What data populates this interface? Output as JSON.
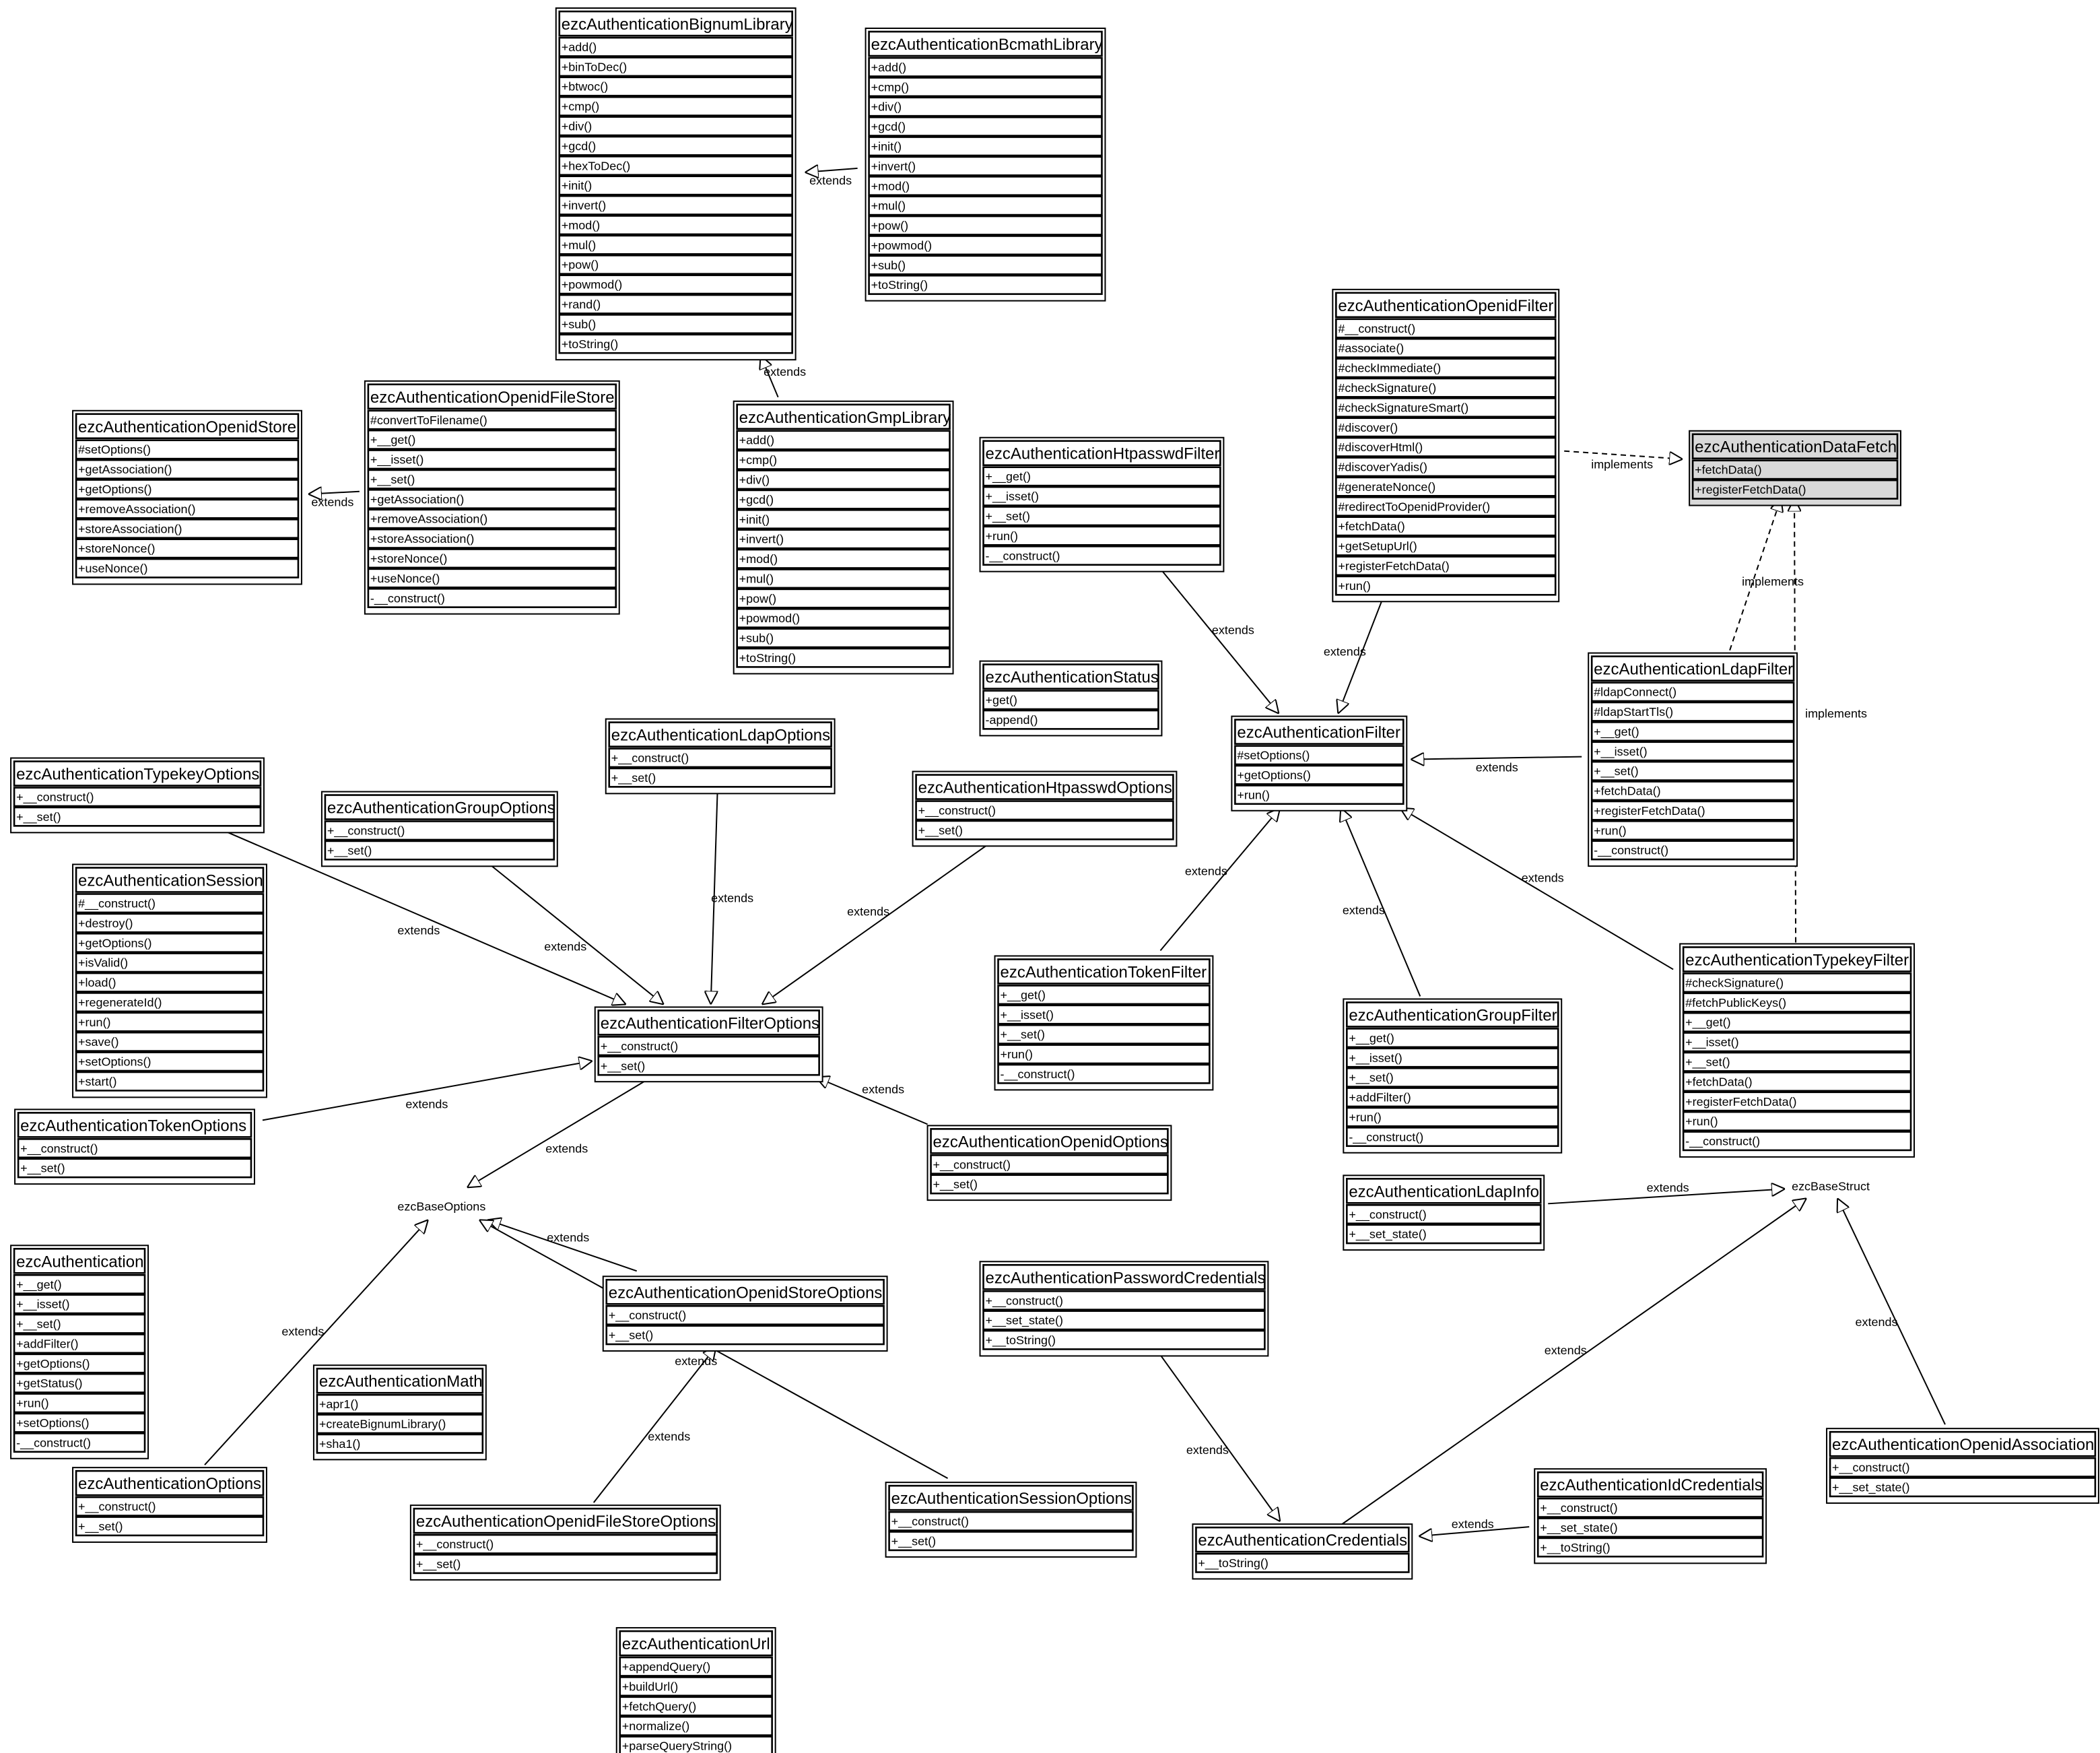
{
  "diagram": {
    "classes": [
      {
        "name": "ezcAuthenticationBignumLibrary",
        "methods": [
          "+add()",
          "+binToDec()",
          "+btwoc()",
          "+cmp()",
          "+div()",
          "+gcd()",
          "+hexToDec()",
          "+init()",
          "+invert()",
          "+mod()",
          "+mul()",
          "+pow()",
          "+powmod()",
          "+rand()",
          "+sub()",
          "+toString()"
        ]
      },
      {
        "name": "ezcAuthenticationBcmathLibrary",
        "methods": [
          "+add()",
          "+cmp()",
          "+div()",
          "+gcd()",
          "+init()",
          "+invert()",
          "+mod()",
          "+mul()",
          "+pow()",
          "+powmod()",
          "+sub()",
          "+toString()"
        ]
      },
      {
        "name": "ezcAuthenticationOpenidFilter",
        "methods": [
          "#__construct()",
          "#associate()",
          "#checkImmediate()",
          "#checkSignature()",
          "#checkSignatureSmart()",
          "#discover()",
          "#discoverHtml()",
          "#discoverYadis()",
          "#generateNonce()",
          "#redirectToOpenidProvider()",
          "+fetchData()",
          "+getSetupUrl()",
          "+registerFetchData()",
          "+run()"
        ]
      },
      {
        "name": "ezcAuthenticationDataFetch",
        "interface": true,
        "methods": [
          "+fetchData()",
          "+registerFetchData()"
        ]
      },
      {
        "name": "ezcAuthenticationOpenidStore",
        "methods": [
          "#setOptions()",
          "+getAssociation()",
          "+getOptions()",
          "+removeAssociation()",
          "+storeAssociation()",
          "+storeNonce()",
          "+useNonce()"
        ]
      },
      {
        "name": "ezcAuthenticationOpenidFileStore",
        "methods": [
          "#convertToFilename()",
          "+__get()",
          "+__isset()",
          "+__set()",
          "+getAssociation()",
          "+removeAssociation()",
          "+storeAssociation()",
          "+storeNonce()",
          "+useNonce()",
          "-__construct()"
        ]
      },
      {
        "name": "ezcAuthenticationGmpLibrary",
        "methods": [
          "+add()",
          "+cmp()",
          "+div()",
          "+gcd()",
          "+init()",
          "+invert()",
          "+mod()",
          "+mul()",
          "+pow()",
          "+powmod()",
          "+sub()",
          "+toString()"
        ]
      },
      {
        "name": "ezcAuthenticationHtpasswdFilter",
        "methods": [
          "+__get()",
          "+__isset()",
          "+__set()",
          "+run()",
          "-__construct()"
        ]
      },
      {
        "name": "ezcAuthenticationStatus",
        "methods": [
          "+get()",
          "-append()"
        ]
      },
      {
        "name": "ezcAuthenticationLdapFilter",
        "methods": [
          "#ldapConnect()",
          "#ldapStartTls()",
          "+__get()",
          "+__isset()",
          "+__set()",
          "+fetchData()",
          "+registerFetchData()",
          "+run()",
          "-__construct()"
        ]
      },
      {
        "name": "ezcAuthenticationFilter",
        "methods": [
          "#setOptions()",
          "+getOptions()",
          "+run()"
        ]
      },
      {
        "name": "ezcAuthenticationTypekeyOptions",
        "methods": [
          "+__construct()",
          "+__set()"
        ]
      },
      {
        "name": "ezcAuthenticationLdapOptions",
        "methods": [
          "+__construct()",
          "+__set()"
        ]
      },
      {
        "name": "ezcAuthenticationGroupOptions",
        "methods": [
          "+__construct()",
          "+__set()"
        ]
      },
      {
        "name": "ezcAuthenticationHtpasswdOptions",
        "methods": [
          "+__construct()",
          "+__set()"
        ]
      },
      {
        "name": "ezcAuthenticationSession",
        "methods": [
          "#__construct()",
          "+destroy()",
          "+getOptions()",
          "+isValid()",
          "+load()",
          "+regenerateId()",
          "+run()",
          "+save()",
          "+setOptions()",
          "+start()"
        ]
      },
      {
        "name": "ezcAuthenticationFilterOptions",
        "methods": [
          "+__construct()",
          "+__set()"
        ]
      },
      {
        "name": "ezcAuthenticationTokenFilter",
        "methods": [
          "+__get()",
          "+__isset()",
          "+__set()",
          "+run()",
          "-__construct()"
        ]
      },
      {
        "name": "ezcAuthenticationGroupFilter",
        "methods": [
          "+__get()",
          "+__isset()",
          "+__set()",
          "+addFilter()",
          "+run()",
          "-__construct()"
        ]
      },
      {
        "name": "ezcAuthenticationTypekeyFilter",
        "methods": [
          "#checkSignature()",
          "#fetchPublicKeys()",
          "+__get()",
          "+__isset()",
          "+__set()",
          "+fetchData()",
          "+registerFetchData()",
          "+run()",
          "-__construct()"
        ]
      },
      {
        "name": "ezcAuthenticationTokenOptions",
        "methods": [
          "+__construct()",
          "+__set()"
        ]
      },
      {
        "name": "ezcAuthenticationOpenidOptions",
        "methods": [
          "+__construct()",
          "+__set()"
        ]
      },
      {
        "name": "ezcAuthenticationLdapInfo",
        "methods": [
          "+__construct()",
          "+__set_state()"
        ]
      },
      {
        "name": "ezcAuthentication",
        "methods": [
          "+__get()",
          "+__isset()",
          "+__set()",
          "+addFilter()",
          "+getOptions()",
          "+getStatus()",
          "+run()",
          "+setOptions()",
          "-__construct()"
        ]
      },
      {
        "name": "ezcAuthenticationOpenidStoreOptions",
        "methods": [
          "+__construct()",
          "+__set()"
        ]
      },
      {
        "name": "ezcAuthenticationPasswordCredentials",
        "methods": [
          "+__construct()",
          "+__set_state()",
          "+__toString()"
        ]
      },
      {
        "name": "ezcAuthenticationMath",
        "methods": [
          "+apr1()",
          "+createBignumLibrary()",
          "+sha1()"
        ]
      },
      {
        "name": "ezcAuthenticationOptions",
        "methods": [
          "+__construct()",
          "+__set()"
        ]
      },
      {
        "name": "ezcAuthenticationOpenidFileStoreOptions",
        "methods": [
          "+__construct()",
          "+__set()"
        ]
      },
      {
        "name": "ezcAuthenticationSessionOptions",
        "methods": [
          "+__construct()",
          "+__set()"
        ]
      },
      {
        "name": "ezcAuthenticationCredentials",
        "methods": [
          "+__toString()"
        ]
      },
      {
        "name": "ezcAuthenticationIdCredentials",
        "methods": [
          "+__construct()",
          "+__set_state()",
          "+__toString()"
        ]
      },
      {
        "name": "ezcAuthenticationOpenidAssociation",
        "methods": [
          "+__construct()",
          "+__set_state()"
        ]
      },
      {
        "name": "ezcAuthenticationUrl",
        "methods": [
          "+appendQuery()",
          "+buildUrl()",
          "+fetchQuery()",
          "+normalize()",
          "+parseQueryString()"
        ]
      }
    ],
    "external": [
      "ezcBaseOptions",
      "ezcBaseStruct"
    ],
    "edges": [
      {
        "from": "ezcAuthenticationBcmathLibrary",
        "to": "ezcAuthenticationBignumLibrary",
        "label": "extends"
      },
      {
        "from": "ezcAuthenticationGmpLibrary",
        "to": "ezcAuthenticationBignumLibrary",
        "label": "extends"
      },
      {
        "from": "ezcAuthenticationOpenidFileStore",
        "to": "ezcAuthenticationOpenidStore",
        "label": "extends"
      },
      {
        "from": "ezcAuthenticationOpenidFilter",
        "to": "ezcAuthenticationDataFetch",
        "label": "implements"
      },
      {
        "from": "ezcAuthenticationLdapFilter",
        "to": "ezcAuthenticationDataFetch",
        "label": "implements"
      },
      {
        "from": "ezcAuthenticationTypekeyFilter",
        "to": "ezcAuthenticationDataFetch",
        "label": "implements"
      },
      {
        "from": "ezcAuthenticationHtpasswdFilter",
        "to": "ezcAuthenticationFilter",
        "label": "extends"
      },
      {
        "from": "ezcAuthenticationOpenidFilter",
        "to": "ezcAuthenticationFilter",
        "label": "extends"
      },
      {
        "from": "ezcAuthenticationLdapFilter",
        "to": "ezcAuthenticationFilter",
        "label": "extends"
      },
      {
        "from": "ezcAuthenticationTokenFilter",
        "to": "ezcAuthenticationFilter",
        "label": "extends"
      },
      {
        "from": "ezcAuthenticationGroupFilter",
        "to": "ezcAuthenticationFilter",
        "label": "extends"
      },
      {
        "from": "ezcAuthenticationTypekeyFilter",
        "to": "ezcAuthenticationFilter",
        "label": "extends"
      },
      {
        "from": "ezcAuthenticationTypekeyOptions",
        "to": "ezcAuthenticationFilterOptions",
        "label": "extends"
      },
      {
        "from": "ezcAuthenticationGroupOptions",
        "to": "ezcAuthenticationFilterOptions",
        "label": "extends"
      },
      {
        "from": "ezcAuthenticationLdapOptions",
        "to": "ezcAuthenticationFilterOptions",
        "label": "extends"
      },
      {
        "from": "ezcAuthenticationHtpasswdOptions",
        "to": "ezcAuthenticationFilterOptions",
        "label": "extends"
      },
      {
        "from": "ezcAuthenticationTokenOptions",
        "to": "ezcAuthenticationFilterOptions",
        "label": "extends"
      },
      {
        "from": "ezcAuthenticationOpenidOptions",
        "to": "ezcAuthenticationFilterOptions",
        "label": "extends"
      },
      {
        "from": "ezcAuthenticationFilterOptions",
        "to": "ezcBaseOptions",
        "label": "extends"
      },
      {
        "from": "ezcAuthenticationOpenidStoreOptions",
        "to": "ezcBaseOptions",
        "label": "extends"
      },
      {
        "from": "ezcAuthenticationOptions",
        "to": "ezcBaseOptions",
        "label": "extends"
      },
      {
        "from": "ezcAuthenticationSessionOptions",
        "to": "ezcBaseOptions",
        "label": "extends"
      },
      {
        "from": "ezcAuthenticationOpenidFileStoreOptions",
        "to": "ezcAuthenticationOpenidStoreOptions",
        "label": "extends"
      },
      {
        "from": "ezcAuthenticationPasswordCredentials",
        "to": "ezcAuthenticationCredentials",
        "label": "extends"
      },
      {
        "from": "ezcAuthenticationIdCredentials",
        "to": "ezcAuthenticationCredentials",
        "label": "extends"
      },
      {
        "from": "ezcAuthenticationCredentials",
        "to": "ezcBaseStruct",
        "label": "extends"
      },
      {
        "from": "ezcAuthenticationLdapInfo",
        "to": "ezcBaseStruct",
        "label": "extends"
      },
      {
        "from": "ezcAuthenticationOpenidAssociation",
        "to": "ezcBaseStruct",
        "label": "extends"
      }
    ],
    "colors": {
      "interface_fill": "#d9d9d9",
      "class_fill": "#ffffff",
      "line": "#000000"
    }
  }
}
